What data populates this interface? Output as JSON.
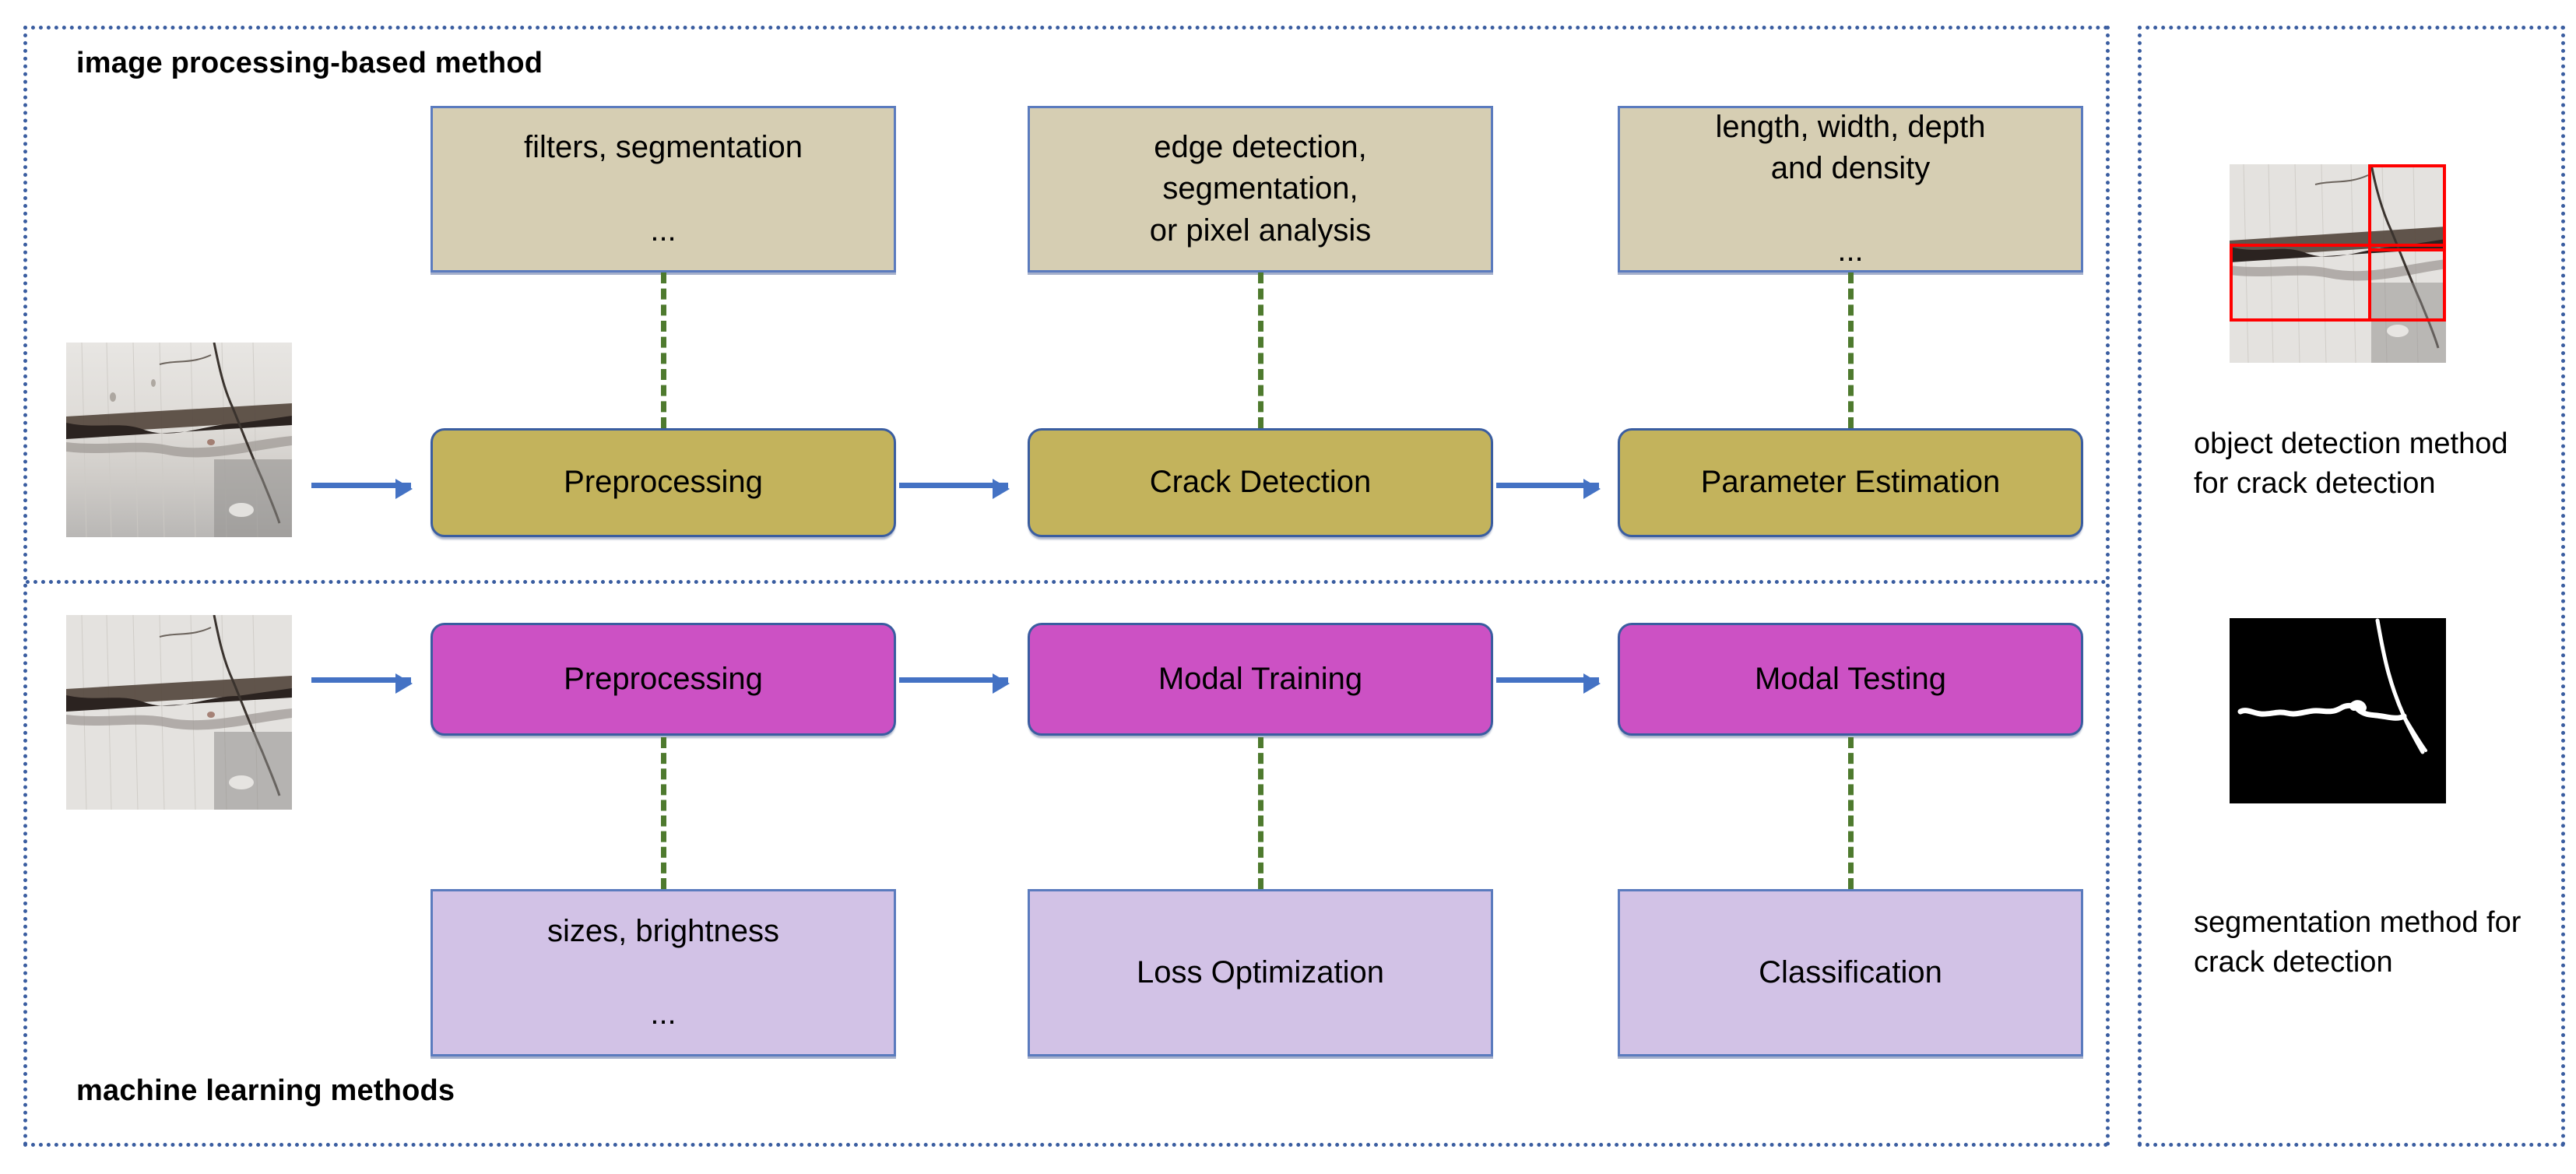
{
  "sections": {
    "top_title": "image processing-based method",
    "bottom_title": "machine learning methods"
  },
  "top_attribute_boxes": [
    {
      "text": "filters, segmentation\n\n..."
    },
    {
      "text": "edge detection,\nsegmentation,\nor pixel analysis"
    },
    {
      "text": "length, width, depth\nand density\n\n..."
    }
  ],
  "top_process_boxes": [
    {
      "label": "Preprocessing"
    },
    {
      "label": "Crack Detection"
    },
    {
      "label": "Parameter Estimation"
    }
  ],
  "bottom_process_boxes": [
    {
      "label": "Preprocessing"
    },
    {
      "label": "Modal Training"
    },
    {
      "label": "Modal Testing"
    }
  ],
  "bottom_attribute_boxes": [
    {
      "text": "sizes, brightness\n\n..."
    },
    {
      "text": "Loss Optimization"
    },
    {
      "text": "Classification"
    }
  ],
  "right_panel": {
    "items": [
      {
        "image_name": "crack-photo-with-detection-boxes",
        "caption": "object detection method for crack detection"
      },
      {
        "image_name": "crack-segmentation-mask",
        "caption": "segmentation method for crack detection"
      }
    ]
  },
  "input_images": [
    {
      "image_name": "concrete-crack-photo-top"
    },
    {
      "image_name": "concrete-crack-photo-bottom"
    }
  ],
  "colors": {
    "frame_blue": "#3A5DA0",
    "arrow_blue": "#4472C4",
    "dash_green": "#4E7A2E",
    "tan": "#D6CEB3",
    "olive": "#C3B35C",
    "magenta": "#CC51C4",
    "lavender": "#D2C2E6",
    "detection_box_red": "#FF0000"
  }
}
